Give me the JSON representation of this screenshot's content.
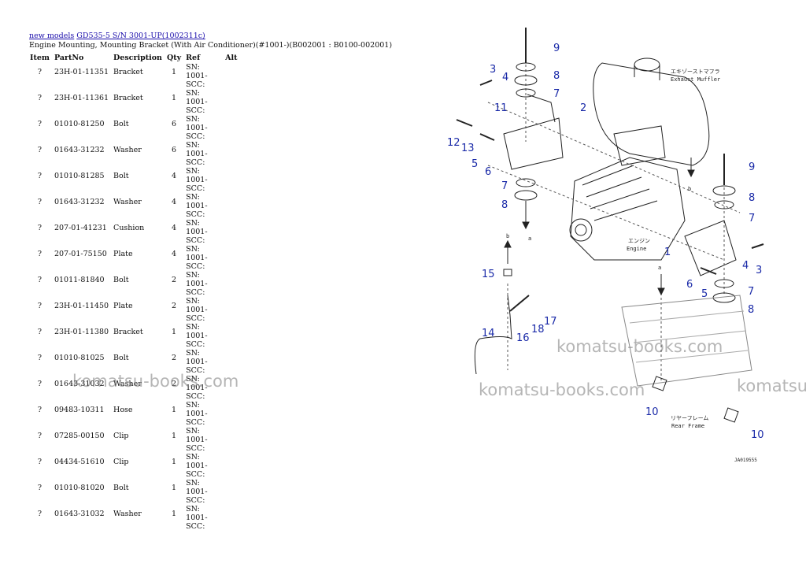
{
  "breadcrumb": {
    "link1": "new models",
    "link2": "GD535-5 S/N 3001-UP(1002311c)"
  },
  "subtitle": "Engine Mounting, Mounting Bracket (With Air Conditioner)(#1001-)(B002001 : B0100-002001)",
  "table": {
    "headers": [
      "Item",
      "PartNo",
      "Description",
      "Qty",
      "Ref",
      "Alt"
    ],
    "rows": [
      {
        "item": "?",
        "part": "23H-01-11351",
        "desc": "Bracket",
        "qty": "1",
        "ref": "SN: 1001- SCC:"
      },
      {
        "item": "?",
        "part": "23H-01-11361",
        "desc": "Bracket",
        "qty": "1",
        "ref": "SN: 1001- SCC:"
      },
      {
        "item": "?",
        "part": "01010-81250",
        "desc": "Bolt",
        "qty": "6",
        "ref": "SN: 1001- SCC:"
      },
      {
        "item": "?",
        "part": "01643-31232",
        "desc": "Washer",
        "qty": "6",
        "ref": "SN: 1001- SCC:"
      },
      {
        "item": "?",
        "part": "01010-81285",
        "desc": "Bolt",
        "qty": "4",
        "ref": "SN: 1001- SCC:"
      },
      {
        "item": "?",
        "part": "01643-31232",
        "desc": "Washer",
        "qty": "4",
        "ref": "SN: 1001- SCC:"
      },
      {
        "item": "?",
        "part": "207-01-41231",
        "desc": "Cushion",
        "qty": "4",
        "ref": "SN: 1001- SCC:"
      },
      {
        "item": "?",
        "part": "207-01-75150",
        "desc": "Plate",
        "qty": "4",
        "ref": "SN: 1001- SCC:"
      },
      {
        "item": "?",
        "part": "01011-81840",
        "desc": "Bolt",
        "qty": "2",
        "ref": "SN: 1001- SCC:"
      },
      {
        "item": "?",
        "part": "23H-01-11450",
        "desc": "Plate",
        "qty": "2",
        "ref": "SN: 1001- SCC:"
      },
      {
        "item": "?",
        "part": "23H-01-11380",
        "desc": "Bracket",
        "qty": "1",
        "ref": "SN: 1001- SCC:"
      },
      {
        "item": "?",
        "part": "01010-81025",
        "desc": "Bolt",
        "qty": "2",
        "ref": "SN: 1001- SCC:"
      },
      {
        "item": "?",
        "part": "01643-31032",
        "desc": "Washer",
        "qty": "2",
        "ref": "SN: 1001- SCC:"
      },
      {
        "item": "?",
        "part": "09483-10311",
        "desc": "Hose",
        "qty": "1",
        "ref": "SN: 1001- SCC:"
      },
      {
        "item": "?",
        "part": "07285-00150",
        "desc": "Clip",
        "qty": "1",
        "ref": "SN: 1001- SCC:"
      },
      {
        "item": "?",
        "part": "04434-51610",
        "desc": "Clip",
        "qty": "1",
        "ref": "SN: 1001- SCC:"
      },
      {
        "item": "?",
        "part": "01010-81020",
        "desc": "Bolt",
        "qty": "1",
        "ref": "SN: 1001- SCC:"
      },
      {
        "item": "?",
        "part": "01643-31032",
        "desc": "Washer",
        "qty": "1",
        "ref": "SN: 1001- SCC:"
      }
    ]
  },
  "watermark": "komatsu-books.com",
  "diagram": {
    "muffler_label_jp": "エキゾーストマフラ",
    "muffler_label": "Exhaust Muffler",
    "engine_label_jp": "エンジン",
    "engine_label": "Engine",
    "frame_label_jp": "リヤーフレーム",
    "frame_label": "Rear Frame",
    "code": "JA019555",
    "arrow_a": "a",
    "arrow_b": "b",
    "callouts": [
      "9",
      "8",
      "7",
      "3",
      "4",
      "2",
      "11",
      "12",
      "13",
      "5",
      "6",
      "7",
      "8",
      "9",
      "8",
      "7",
      "1",
      "4",
      "3",
      "6",
      "5",
      "7",
      "8",
      "15",
      "14",
      "16",
      "18",
      "17",
      "10",
      "10"
    ]
  }
}
